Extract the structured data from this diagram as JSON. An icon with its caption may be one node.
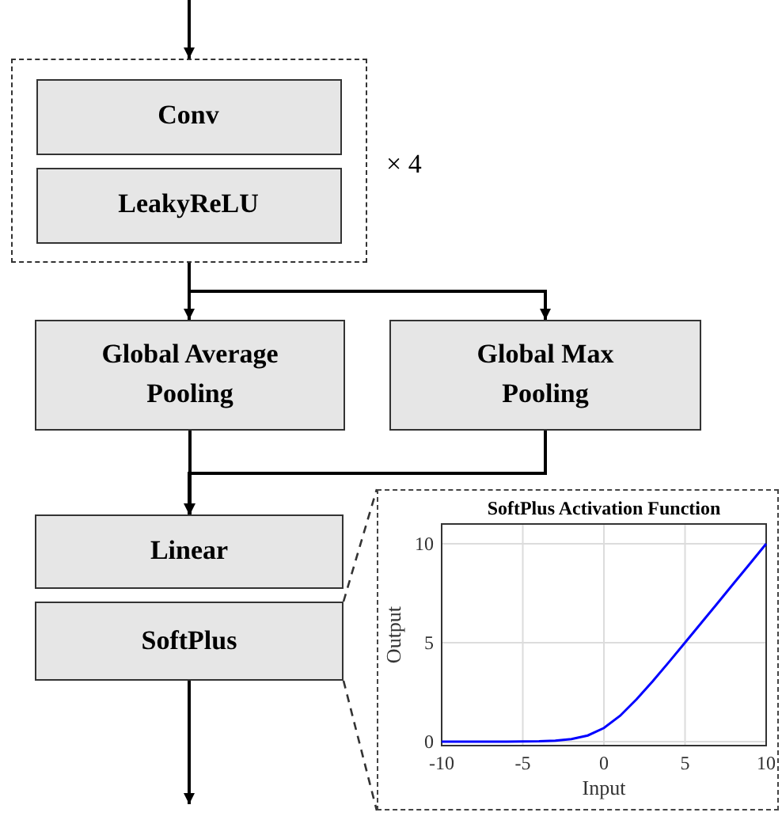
{
  "diagram": {
    "nodes": [
      {
        "text": [],
        "shape": "box",
        "beside": [
          "× 4"
        ]
      },
      {
        "text": [
          "Conv"
        ],
        "in": 0
      },
      {
        "text": [
          "LeakyReLU"
        ],
        "in": 0
      },
      {
        "text": [
          "Global Average Pooling"
        ]
      },
      {
        "text": [
          "Global Max Pooling"
        ]
      },
      {
        "text": [
          "Linear"
        ]
      },
      {
        "text": [
          "SoftPlus"
        ]
      },
      {
        "text": [],
        "shape": "box"
      }
    ],
    "edges": [
      {
        "from": null,
        "to": 0,
        "arrow": "to"
      },
      {
        "from": 0,
        "to": 3,
        "arrow": "to"
      },
      {
        "from": 0,
        "to": 4,
        "arrow": "to"
      },
      {
        "from": 3,
        "to": 5,
        "arrow": "to"
      },
      {
        "from": 4,
        "to": 5,
        "arrow": "to"
      },
      {
        "from": 6,
        "to": null,
        "arrow": "to"
      },
      {
        "from": 6,
        "to": 7,
        "arrow": "none",
        "style": "dashed",
        "color": "#333333"
      },
      {
        "from": 6,
        "to": 7,
        "arrow": "none",
        "style": "dashed",
        "color": "#333333"
      }
    ],
    "chart_data": {
      "type": "line",
      "title": "SoftPlus Activation Function",
      "xlabel": "Input",
      "ylabel": "Output",
      "x": [
        -10,
        -9,
        -8,
        -7,
        -6,
        -5,
        -4,
        -3,
        -2,
        -1,
        0,
        1,
        2,
        3,
        4,
        5,
        6,
        7,
        8,
        9,
        10
      ],
      "series": [
        {
          "color": "#0000ff",
          "values": [
            0,
            0,
            0,
            0,
            0,
            0.01,
            0.02,
            0.05,
            0.13,
            0.31,
            0.69,
            1.31,
            2.13,
            3.05,
            4.02,
            5.01,
            6,
            7,
            8,
            9,
            10
          ]
        }
      ],
      "grid": true,
      "xlim": [
        -10,
        10
      ],
      "ylim": [
        -0.2,
        11
      ],
      "xticks": [
        -10,
        -5,
        0,
        5,
        10
      ],
      "yticks": [
        0,
        5,
        10
      ]
    }
  }
}
